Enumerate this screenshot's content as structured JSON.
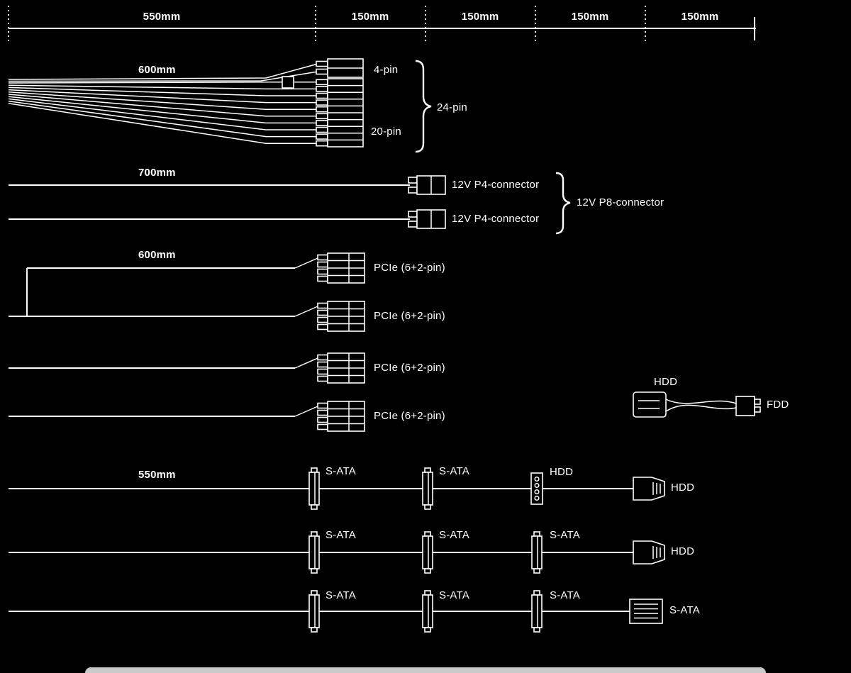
{
  "ruler": {
    "labels": [
      "550mm",
      "150mm",
      "150mm",
      "150mm",
      "150mm"
    ]
  },
  "atx": {
    "length": "600mm",
    "four_pin": "4-pin",
    "twenty_pin": "20-pin",
    "twentyfour_pin": "24-pin"
  },
  "cpu": {
    "length": "700mm",
    "p4a": "12V P4-connector",
    "p4b": "12V P4-connector",
    "p8": "12V P8-connector"
  },
  "pcie": {
    "length": "600mm",
    "c1": "PCIe (6+2-pin)",
    "c2": "PCIe (6+2-pin)",
    "c3": "PCIe (6+2-pin)",
    "c4": "PCIe (6+2-pin)"
  },
  "fdd_cable": {
    "hdd": "HDD",
    "fdd": "FDD"
  },
  "sata1": {
    "length": "550mm",
    "a": "S-ATA",
    "b": "S-ATA",
    "c": "HDD",
    "end": "HDD"
  },
  "sata2": {
    "a": "S-ATA",
    "b": "S-ATA",
    "c": "S-ATA",
    "end": "HDD"
  },
  "sata3": {
    "a": "S-ATA",
    "b": "S-ATA",
    "c": "S-ATA",
    "end": "S-ATA"
  },
  "colors": {
    "background": "#000000",
    "line": "#ffffff",
    "divider_bar": "#c9c9c9"
  }
}
